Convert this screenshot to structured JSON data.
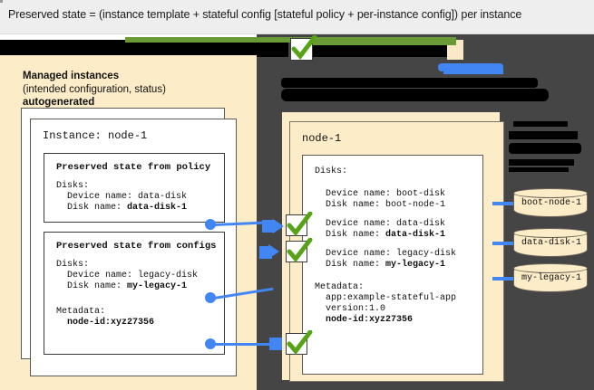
{
  "caption": {
    "text": "Preserved state = (instance template + stateful config [stateful policy + per-instance config]) per instance"
  },
  "left_panel": {
    "heading_line1": "Managed instances",
    "heading_line2": "(intended configuration, status)",
    "heading_line3": "autogenerated",
    "instance_title": "Instance: node-1",
    "policy_card": {
      "title": "Preserved state from policy",
      "disks_label": "Disks:",
      "device_name": "  Device name: data-disk",
      "disk_name_prefix": "  Disk name: ",
      "disk_name_value": "data-disk-1"
    },
    "configs_card": {
      "title": "Preserved state from configs",
      "disks_label": "Disks:",
      "device_name": "  Device name: legacy-disk",
      "disk_name_prefix": "  Disk name: ",
      "disk_name_value": "my-legacy-1",
      "metadata_label": "Metadata:",
      "metadata_value": "  node-id:xyz27356"
    }
  },
  "right_panel": {
    "node_title": "node-1",
    "disks_label": "Disks:",
    "boot_device": "  Device name: boot-disk",
    "boot_disk": "  Disk name: boot-node-1",
    "data_device": "  Device name: data-disk",
    "data_disk_prefix": "  Disk name: ",
    "data_disk_value": "data-disk-1",
    "legacy_device": "  Device name: legacy-disk",
    "legacy_disk_prefix": "  Disk name: ",
    "legacy_disk_value": "my-legacy-1",
    "metadata_label": "Metadata:",
    "metadata_app": "  app:example-stateful-app",
    "metadata_version": "  version:1.0",
    "metadata_nodeid": "  node-id:xyz27356"
  },
  "disks": [
    {
      "label": "boot-node-1"
    },
    {
      "label": "data-disk-1"
    },
    {
      "label": "my-legacy-1"
    }
  ],
  "colors": {
    "cream": "#fdecc8",
    "accent_blue": "#4286f4",
    "check_green": "#57a318",
    "redaction_dark": "#454545",
    "caption_band": "#eeeeee"
  }
}
